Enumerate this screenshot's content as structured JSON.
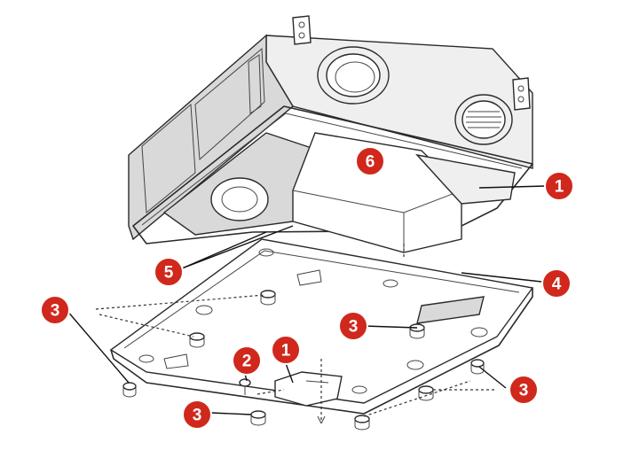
{
  "diagram": {
    "badge_color": "#d0281c",
    "badges": [
      {
        "id": "badge-6",
        "label": "6"
      },
      {
        "id": "badge-1-top",
        "label": "1"
      },
      {
        "id": "badge-5",
        "label": "5"
      },
      {
        "id": "badge-4",
        "label": "4"
      },
      {
        "id": "badge-3-left",
        "label": "3"
      },
      {
        "id": "badge-3-center",
        "label": "3"
      },
      {
        "id": "badge-2",
        "label": "2"
      },
      {
        "id": "badge-1-bottom",
        "label": "1"
      },
      {
        "id": "badge-3-bottom",
        "label": "3"
      },
      {
        "id": "badge-3-right",
        "label": "3"
      }
    ]
  }
}
